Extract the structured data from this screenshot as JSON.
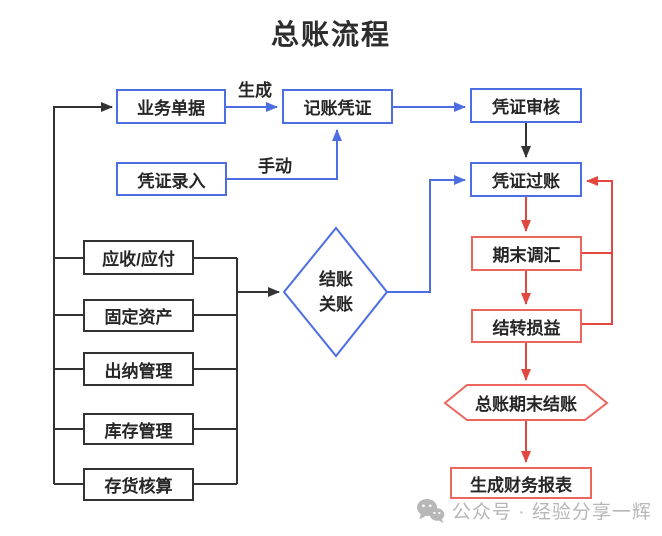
{
  "title": "总账流程",
  "nodes": {
    "business_doc": {
      "label": "业务单据",
      "color": "blue"
    },
    "bookkeeping_voucher": {
      "label": "记账凭证",
      "color": "blue"
    },
    "voucher_review": {
      "label": "凭证审核",
      "color": "blue"
    },
    "voucher_entry": {
      "label": "凭证录入",
      "color": "blue"
    },
    "voucher_posting": {
      "label": "凭证过账",
      "color": "blue"
    },
    "ar_ap": {
      "label": "应收/应付",
      "color": "black"
    },
    "fixed_assets": {
      "label": "固定资产",
      "color": "black"
    },
    "cashier_mgmt": {
      "label": "出纳管理",
      "color": "black"
    },
    "inventory_mgmt": {
      "label": "库存管理",
      "color": "black"
    },
    "inventory_accounting": {
      "label": "存货核算",
      "color": "black"
    },
    "closing_decision": {
      "line1": "结账",
      "line2": "关账",
      "color": "blue",
      "shape": "diamond"
    },
    "period_end_fx": {
      "label": "期末调汇",
      "color": "red"
    },
    "profit_loss_carryforward": {
      "label": "结转损益",
      "color": "red"
    },
    "gl_period_end_closing": {
      "label": "总账期末结账",
      "color": "red",
      "shape": "hexagon"
    },
    "generate_financial_reports": {
      "label": "生成财务报表",
      "color": "red"
    }
  },
  "edge_labels": {
    "generate": "生成",
    "manual": "手动"
  },
  "watermark": {
    "icon": "wechat-icon",
    "text": "公众号 · 经验分享一辉"
  },
  "colors": {
    "blue": "#4d6de3",
    "red_border": "#ec665e",
    "red_line": "#e2483f",
    "black": "#333333",
    "watermark_gray": "#b7b7b7"
  }
}
